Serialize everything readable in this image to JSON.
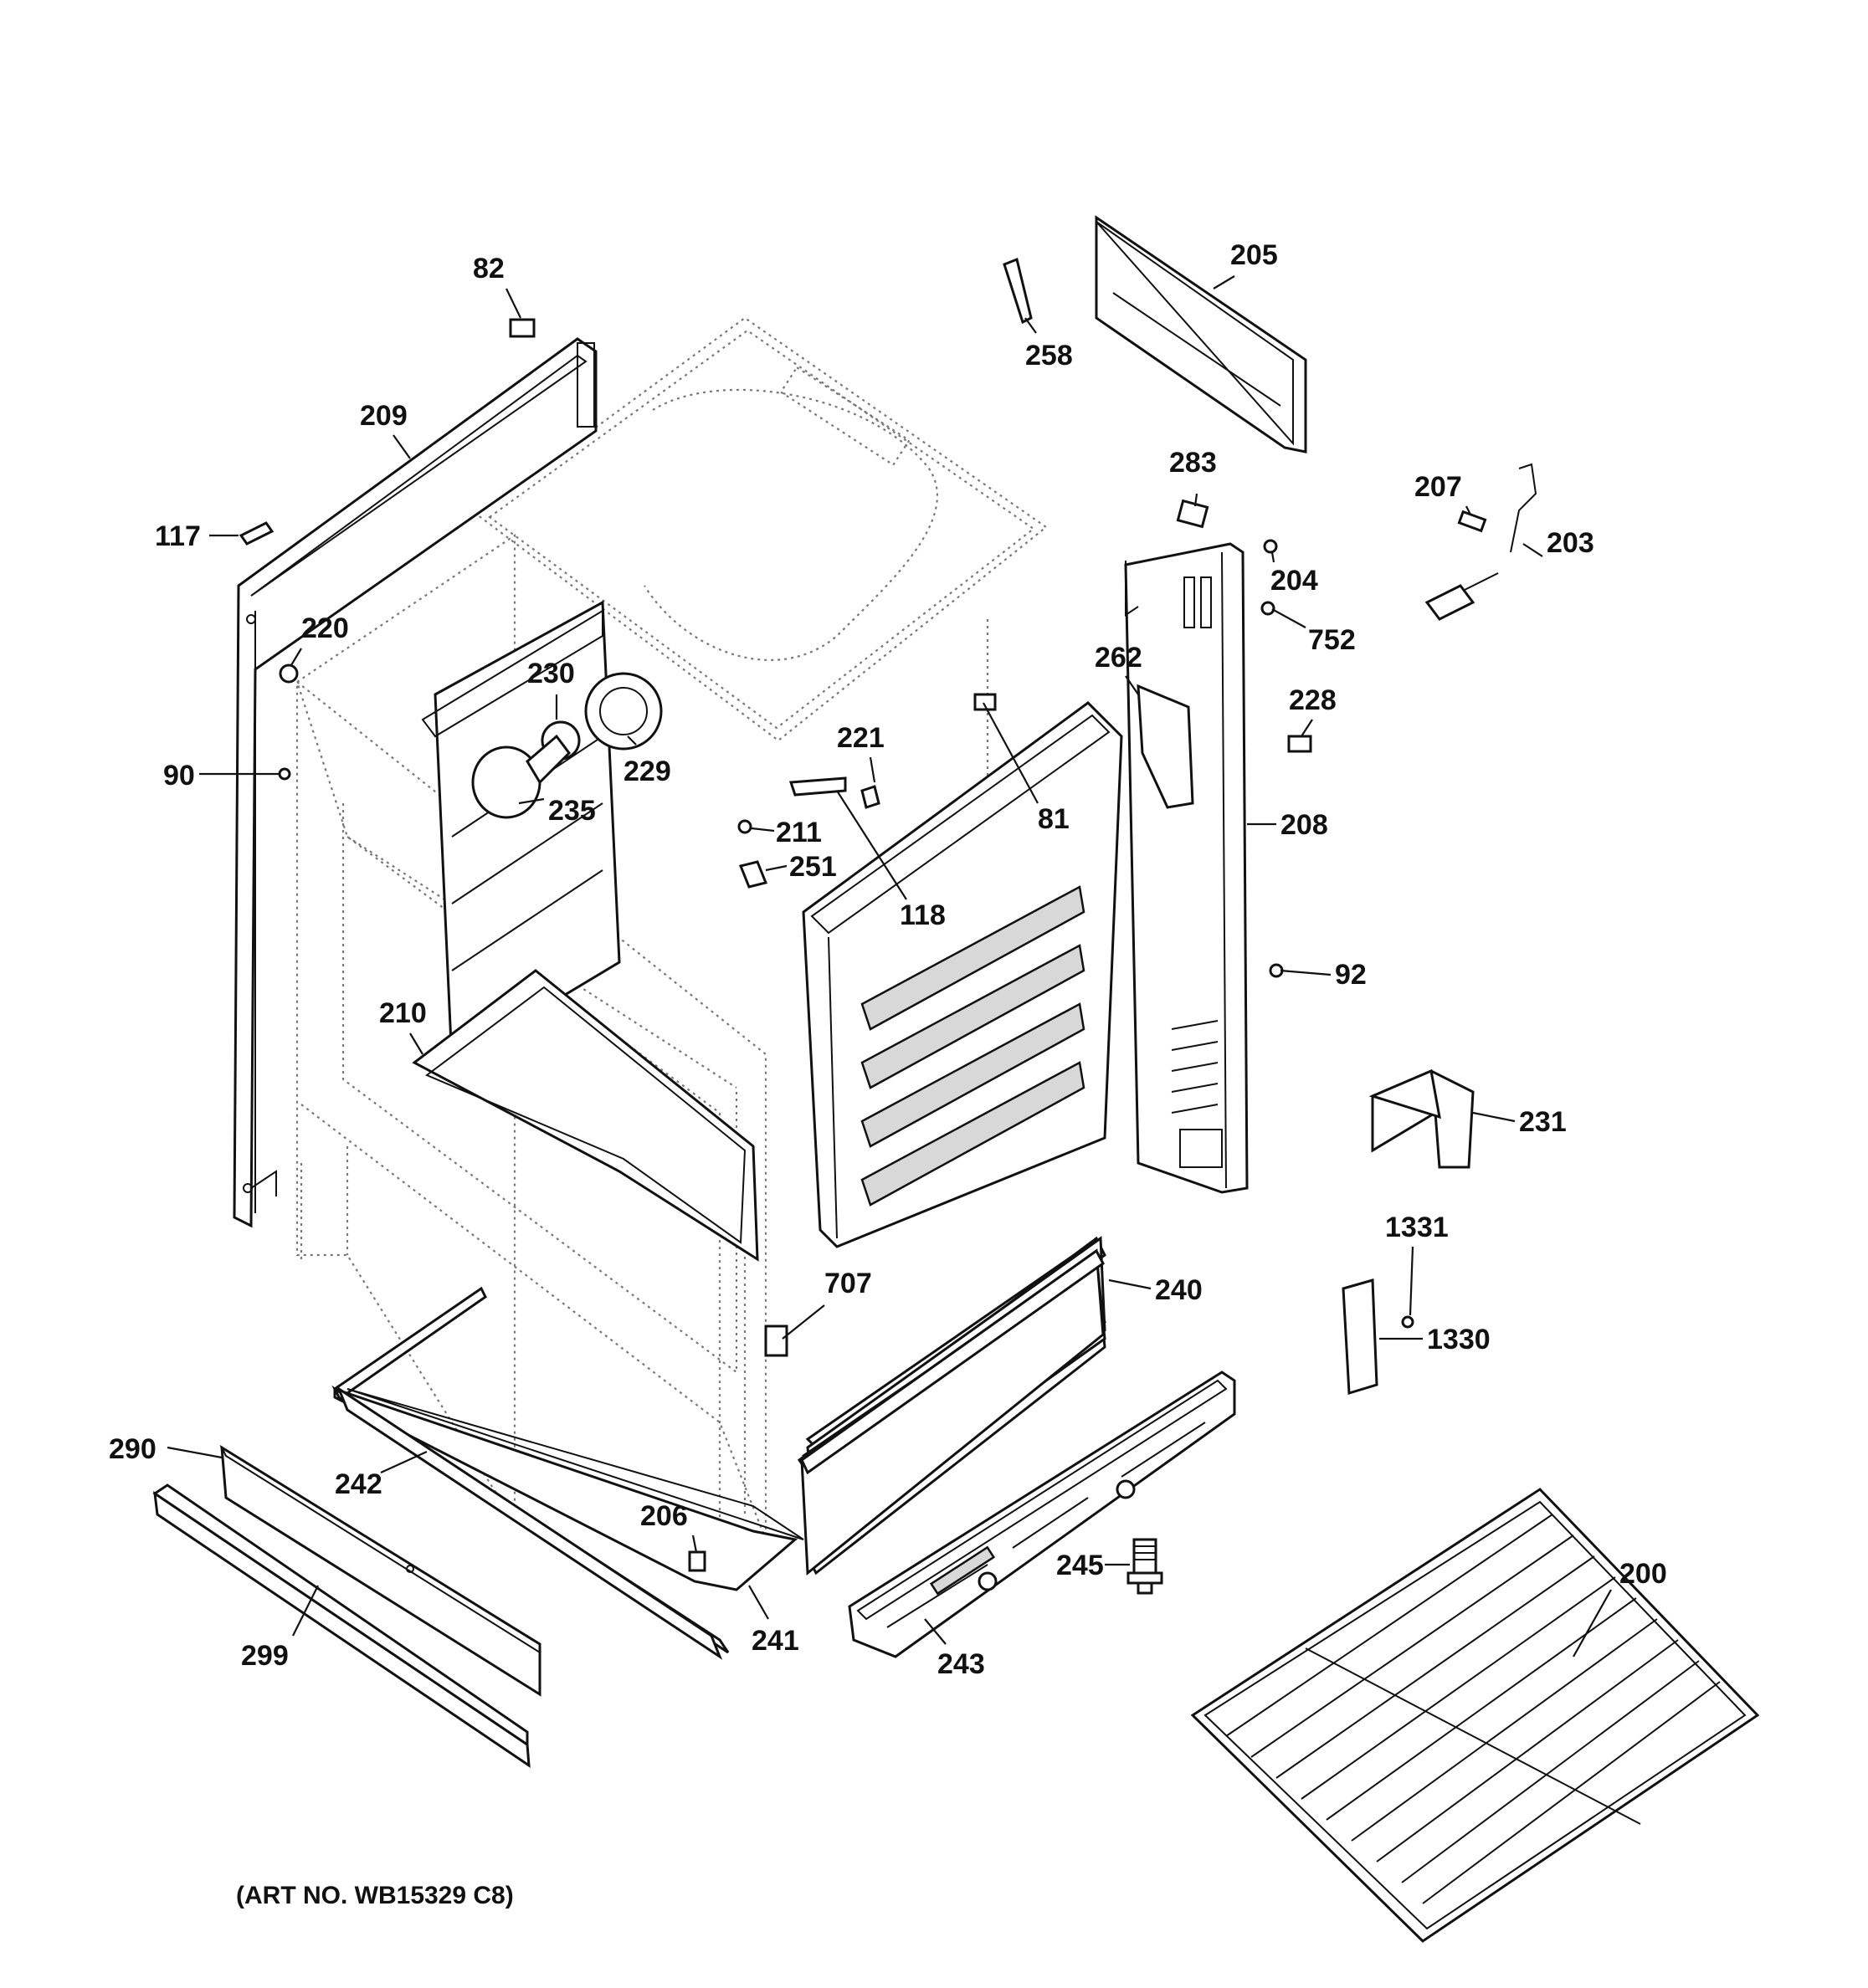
{
  "art_number": "(ART NO. WB15329 C8)",
  "callouts": {
    "c82": "82",
    "c205": "205",
    "c258": "258",
    "c209": "209",
    "c283": "283",
    "c207": "207",
    "c203": "203",
    "c117": "117",
    "c204": "204",
    "c220": "220",
    "c230": "230",
    "c752": "752",
    "c262": "262",
    "c228": "228",
    "c221": "221",
    "c90": "90",
    "c229": "229",
    "c235": "235",
    "c81": "81",
    "c208": "208",
    "c211": "211",
    "c251": "251",
    "c118": "118",
    "c92": "92",
    "c210": "210",
    "c231": "231",
    "c1331": "1331",
    "c707": "707",
    "c240": "240",
    "c1330": "1330",
    "c290": "290",
    "c242": "242",
    "c206": "206",
    "c245": "245",
    "c200": "200",
    "c299": "299",
    "c241": "241",
    "c243": "243"
  }
}
